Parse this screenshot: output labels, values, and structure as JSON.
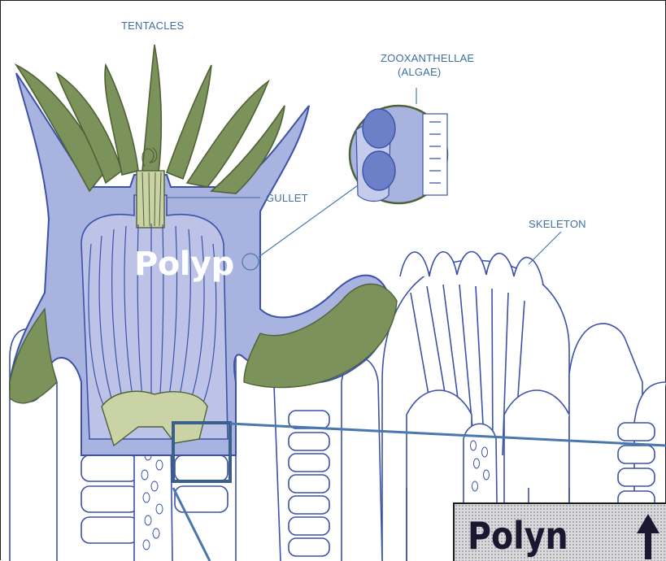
{
  "labels": {
    "tentacles": "TENTACLES",
    "zooxanthellae": "ZOOXANTHELLAE",
    "algae": "(ALGAE)",
    "gullet": "GULLET",
    "skeleton": "SKELETON"
  },
  "overlay": {
    "polyp": "Polyp",
    "inset_title": "Polyn"
  },
  "colors": {
    "tissue": "#a9b3df",
    "tissue_outline": "#3b52a8",
    "tentacle": "#7b935a",
    "tentacle_outline": "#4f6136",
    "skeleton_line": "#3c51a8",
    "base": "#c9d3a6",
    "callout_line": "#4a78ad",
    "label": "#3d6fa3"
  },
  "icons": [
    "up-arrow-icon"
  ]
}
